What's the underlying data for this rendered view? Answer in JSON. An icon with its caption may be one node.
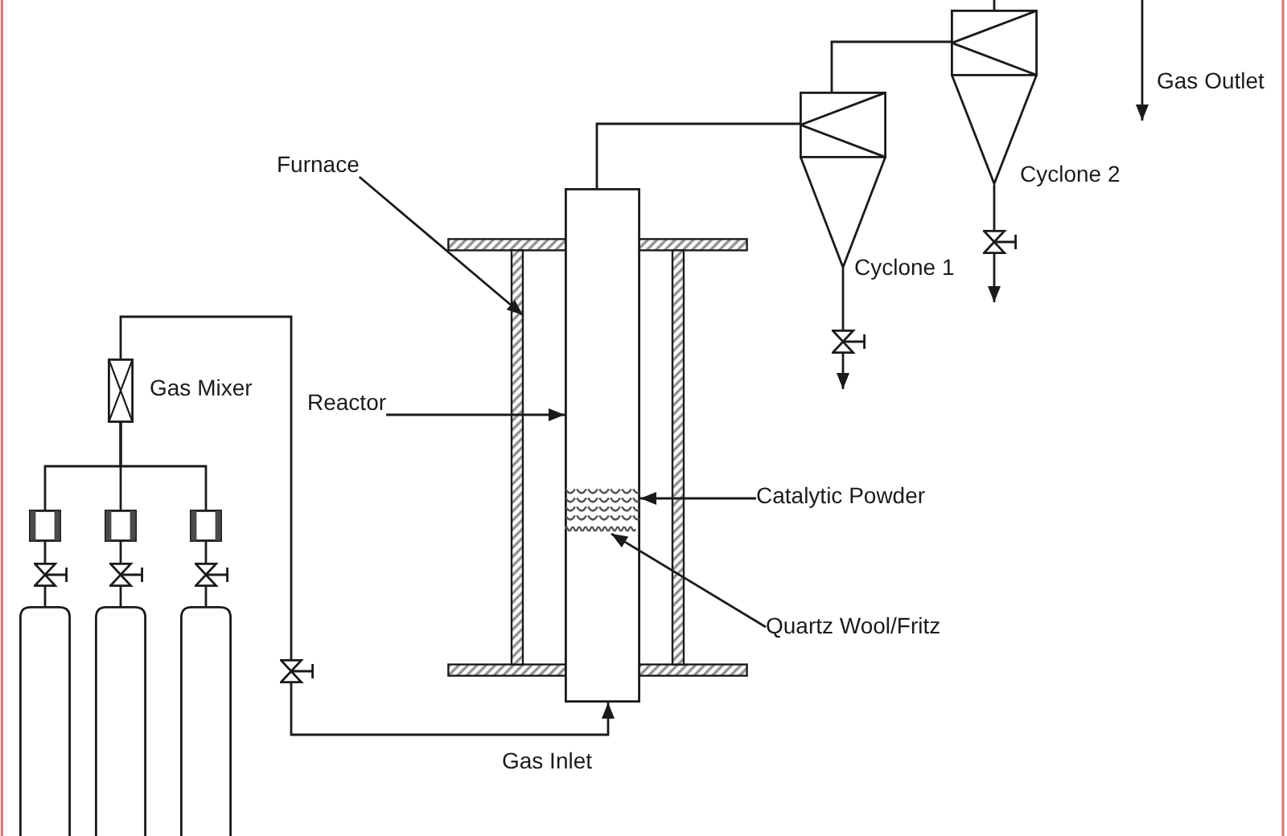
{
  "diagram": {
    "nodes": [
      {
        "text": [
          "Furnace"
        ]
      },
      {
        "text": [],
        "shape": "cone",
        "beside": [
          "Cyclone 2"
        ]
      },
      {
        "text": [],
        "shape": "cone",
        "beside": [
          "Cyclone 1"
        ]
      },
      {
        "text": [],
        "shape": "box"
      },
      {
        "text": [],
        "shape": "frame"
      },
      {
        "text": [
          "Reactor"
        ]
      },
      {
        "text": [],
        "shape": "box",
        "beside": [
          "Gas Mixer"
        ]
      },
      {
        "text": [],
        "shape": "valve"
      },
      {
        "text": [],
        "shape": "valve"
      },
      {
        "text": [
          "Catalytic Powder"
        ]
      },
      {
        "text": [],
        "shape": "box",
        "in": 3
      },
      {
        "text": [],
        "shape": "bar",
        "in": 3
      },
      {
        "text": [
          "Quartz Wool/Fritz"
        ]
      },
      {
        "text": [],
        "shape": "box"
      },
      {
        "text": [],
        "shape": "box"
      },
      {
        "text": [],
        "shape": "box"
      },
      {
        "text": [],
        "shape": "valve"
      },
      {
        "text": [],
        "shape": "valve"
      },
      {
        "text": [],
        "shape": "valve"
      },
      {
        "text": [],
        "shape": "valve"
      },
      {
        "text": [],
        "shape": "cylinder"
      },
      {
        "text": [],
        "shape": "cylinder"
      },
      {
        "text": [],
        "shape": "cylinder"
      }
    ],
    "edges": [
      {
        "from": 20,
        "to": 16,
        "arrow": "none"
      },
      {
        "from": 21,
        "to": 17,
        "arrow": "none"
      },
      {
        "from": 22,
        "to": 18,
        "arrow": "none"
      },
      {
        "from": 16,
        "to": 13,
        "arrow": "none"
      },
      {
        "from": 17,
        "to": 14,
        "arrow": "none"
      },
      {
        "from": 18,
        "to": 15,
        "arrow": "none"
      },
      {
        "from": 13,
        "to": 6,
        "arrow": "none"
      },
      {
        "from": 14,
        "to": 6,
        "arrow": "none"
      },
      {
        "from": 15,
        "to": 6,
        "arrow": "none"
      },
      {
        "from": 6,
        "to": 19,
        "arrow": "none"
      },
      {
        "from": 19,
        "to": 3,
        "arrow": "to",
        "label": "Gas Inlet"
      },
      {
        "from": 3,
        "to": 2,
        "arrow": "none"
      },
      {
        "from": 2,
        "to": 1,
        "arrow": "none"
      },
      {
        "from": 2,
        "to": 8,
        "arrow": "none"
      },
      {
        "from": 8,
        "to": null,
        "arrow": "to"
      },
      {
        "from": 1,
        "to": 7,
        "arrow": "none"
      },
      {
        "from": 7,
        "to": null,
        "arrow": "to"
      },
      {
        "from": 1,
        "to": null,
        "arrow": "none"
      },
      {
        "from": 0,
        "to": 4,
        "arrow": "to"
      },
      {
        "from": 5,
        "to": 3,
        "arrow": "to"
      },
      {
        "from": 9,
        "to": 10,
        "arrow": "to"
      },
      {
        "from": 12,
        "to": 11,
        "arrow": "to"
      }
    ],
    "labels": [
      "Gas Outlet"
    ]
  }
}
